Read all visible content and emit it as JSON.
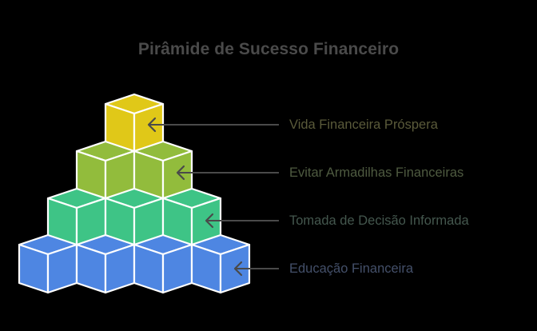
{
  "title": "Pirâmide de Sucesso Financeiro",
  "stroke_color": "#ffffff",
  "arrow_color": "#4a4a4a",
  "levels": [
    {
      "label": "Vida Financeira Próspera",
      "color": "#e0c818",
      "text_color": "#5a5a3a",
      "cubes": 1
    },
    {
      "label": "Evitar Armadilhas Financeiras",
      "color": "#92bc3c",
      "text_color": "#4e5a40",
      "cubes": 2
    },
    {
      "label": "Tomada de Decisão Informada",
      "color": "#3ec486",
      "text_color": "#44574e",
      "cubes": 3
    },
    {
      "label": "Educação Financeira",
      "color": "#4e86e2",
      "text_color": "#44506a",
      "cubes": 4
    }
  ]
}
